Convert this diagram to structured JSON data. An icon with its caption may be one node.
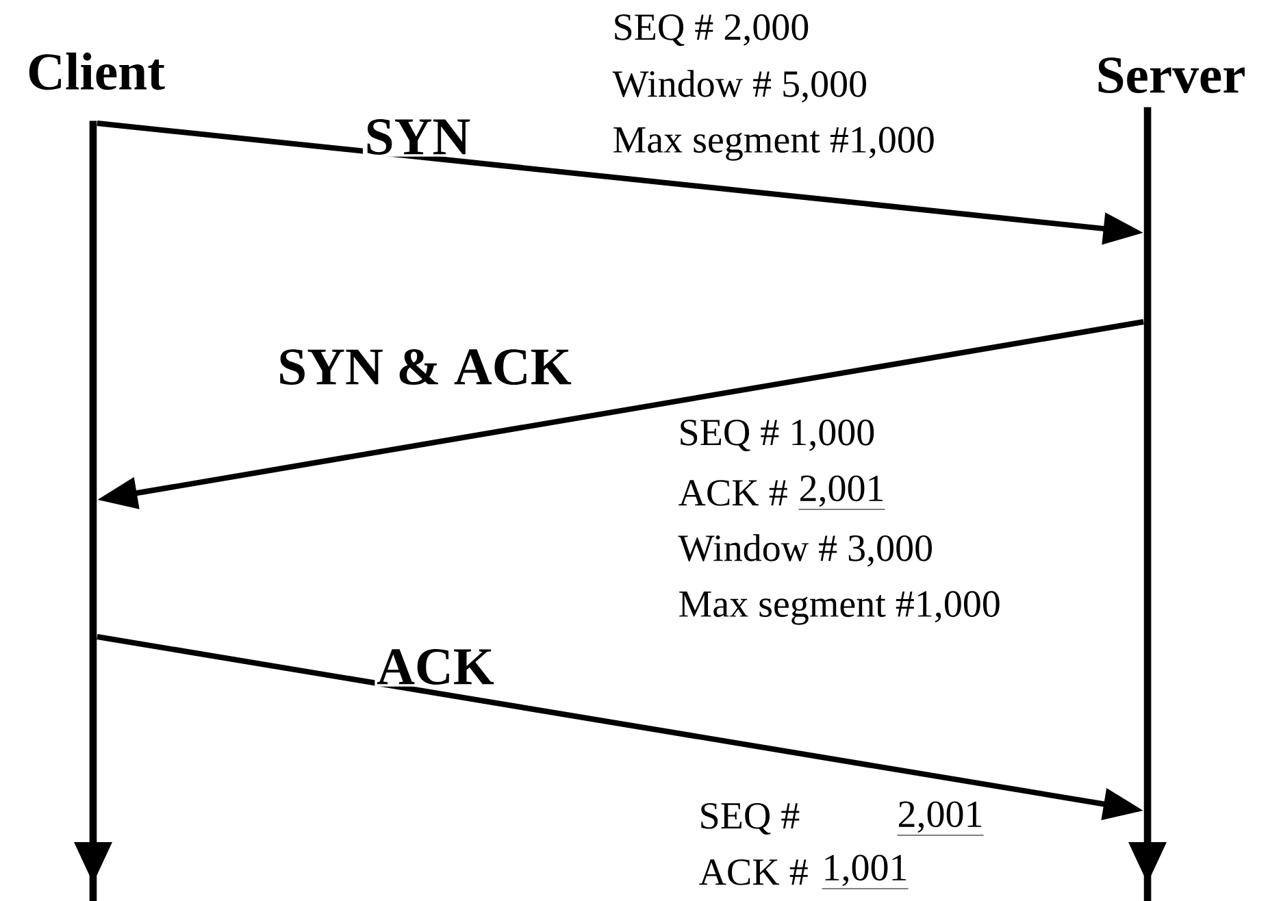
{
  "diagram": {
    "nodes": [
      {
        "text": [
          "Client"
        ]
      },
      {
        "text": [
          "Server"
        ]
      }
    ],
    "edges": [
      {
        "from": 0,
        "to": 1,
        "arrow": "to",
        "label": "SYN"
      },
      {
        "from": 1,
        "to": 0,
        "arrow": "to",
        "label": "SYN & ACK"
      },
      {
        "from": 0,
        "to": 1,
        "arrow": "to",
        "label": "ACK"
      }
    ],
    "labels": [
      "SEQ # 2,000",
      "Window # 5,000",
      "Max segment #1,000",
      "SEQ # 1,000",
      "ACK #",
      "2,001",
      "Window # 3,000",
      "Max segment #1,000",
      "SEQ #",
      "2,001",
      "ACK #",
      "1,001"
    ]
  }
}
